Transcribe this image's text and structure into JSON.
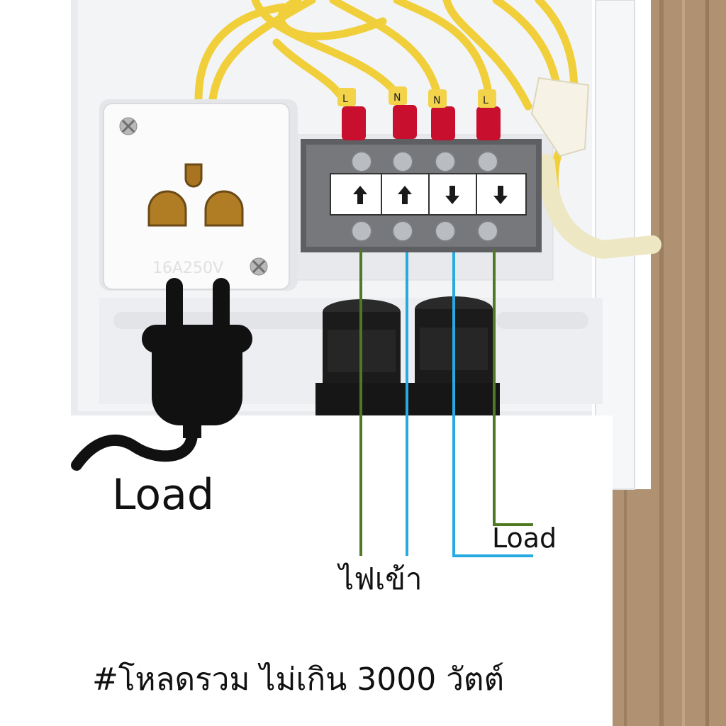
{
  "labels": {
    "load_plug": "Load",
    "load_terminal": "Load",
    "power_in": "ไฟเข้า",
    "caption": "#โหลดรวม ไม่เกิน 3000 วัตต์"
  },
  "socket": {
    "rating_text": "16A250V"
  },
  "terminal": {
    "wire_tags": [
      "L",
      "N",
      "N",
      "L"
    ],
    "arrows": [
      "up",
      "up",
      "down",
      "down"
    ]
  },
  "colors": {
    "background": "#ffffff",
    "enclosure": "#f2f3f5",
    "wood": "#b09272",
    "yellow_wire": "#f0cf3a",
    "red_lug": "#c8102e",
    "green_line": "#4f7a23",
    "blue_line": "#27a9e1",
    "gland": "#1b1b1b",
    "plug_icon": "#111111"
  },
  "icons": [
    "plug-icon",
    "socket-outlet-icon",
    "arrow-up-icon",
    "arrow-down-icon",
    "cable-gland-icon"
  ]
}
